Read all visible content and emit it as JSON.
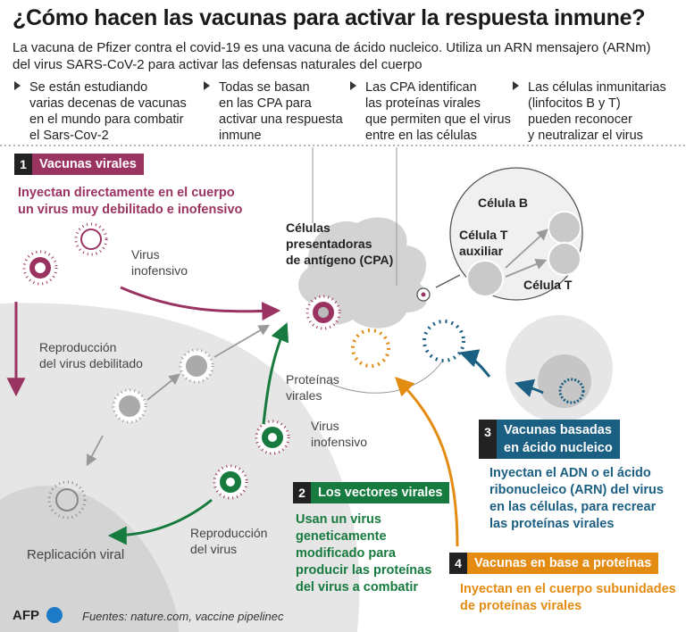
{
  "title": "¿Cómo hacen las vacunas para activar la respuesta inmune?",
  "intro": [
    "La vacuna de Pfizer contra el covid-19 es una vacuna de ácido nucleico. Utiliza un ARN mensajero (ARNm)",
    "del virus SARS-CoV-2 para activar las defensas naturales del cuerpo"
  ],
  "bullets": [
    [
      "Se están estudiando",
      "varias decenas de vacunas",
      "en el mundo para combatir",
      "el Sars-Cov-2"
    ],
    [
      "Todas se basan",
      "en las CPA para",
      "activar una respuesta",
      "inmune"
    ],
    [
      "Las CPA identifican",
      "las proteínas virales",
      "que permiten que el virus",
      "entre en las células"
    ],
    [
      "Las células inmunitarias",
      "(linfocitos B y T)",
      "pueden reconocer",
      "y neutralizar el virus"
    ]
  ],
  "sections": {
    "viral": {
      "number": "1",
      "label": "Vacunas virales",
      "desc": [
        "Inyectan directamente en el cuerpo",
        "un virus muy debilitado e inofensivo"
      ]
    },
    "vectors": {
      "number": "2",
      "label": "Los vectores virales",
      "desc": [
        "Usan un virus",
        "geneticamente",
        "modificado para",
        "producir las proteínas",
        "del virus a combatir"
      ]
    },
    "nucleic": {
      "number": "3",
      "label": [
        "Vacunas basadas",
        "en ácido nucleico"
      ],
      "desc": [
        "Inyectan el ADN o el ácido",
        "ribonucleico (ARN) del virus",
        "en las células,  para recrear",
        "las proteínas virales"
      ]
    },
    "protein": {
      "number": "4",
      "label": "Vacunas en base a proteínas",
      "desc": [
        "Inyectan en el cuerpo subunidades",
        "de proteínas virales"
      ]
    }
  },
  "labels": {
    "virus_harmless_1": [
      "Virus",
      "inofensivo"
    ],
    "virus_harmless_2": [
      "Virus",
      "inofensivo"
    ],
    "weakened_reproduction": [
      "Reproducción",
      "del virus debilitado"
    ],
    "viral_proteins": [
      "Proteínas",
      "virales"
    ],
    "virus_reproduction": [
      "Reproducción",
      "del virus"
    ],
    "viral_replication": "Replicación viral",
    "cpa": [
      "Células",
      "presentadoras",
      "de antígeno (CPA)"
    ],
    "cell_b": "Célula B",
    "cell_t_helper": [
      "Célula T",
      "auxiliar"
    ],
    "cell_t": "Célula T"
  },
  "colors": {
    "viral": "#9b3361",
    "vectors": "#177a3e",
    "nucleic": "#1b5f82",
    "protein": "#e48b12",
    "cell_bg": "#e7e7e7"
  },
  "footer": {
    "logo": "AFP",
    "sources": "Fuentes: nature.com, vaccine pipelinec"
  }
}
